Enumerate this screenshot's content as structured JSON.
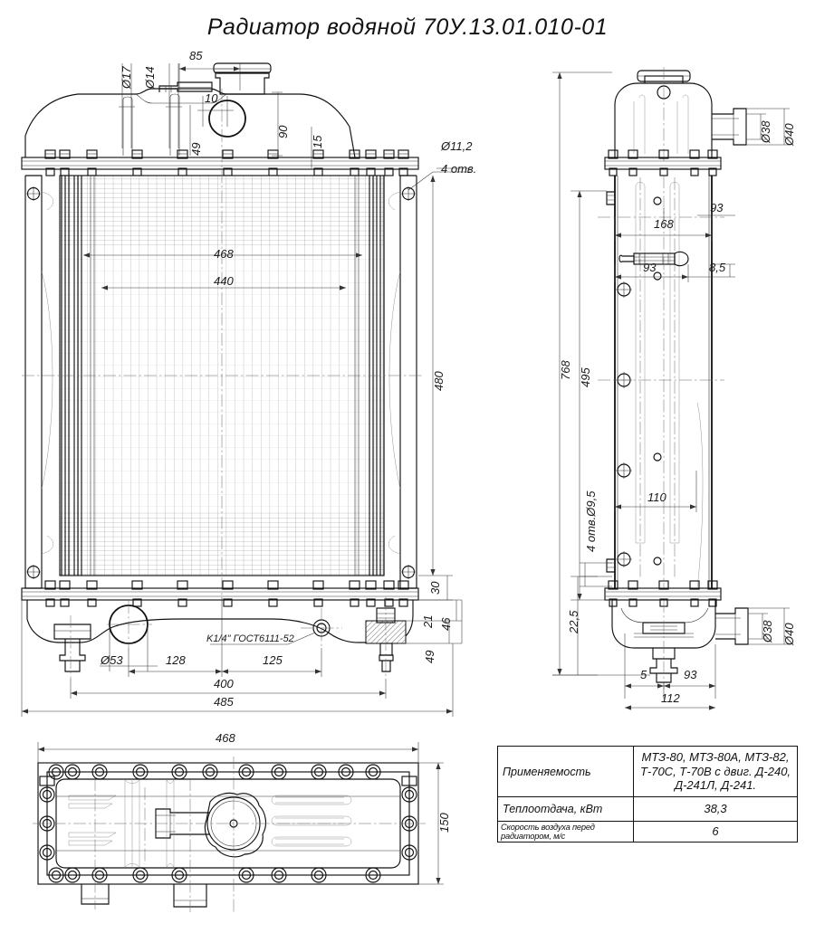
{
  "drawing": {
    "title": "Радиатор водяной 70У.13.01.010-01",
    "product": "Радиатор водяной",
    "part_number": "70У.13.01.010-01",
    "views": {
      "front": "front-elevation",
      "side": "right-side-elevation",
      "bottom": "bottom-tank-plan"
    }
  },
  "dimensions": {
    "front": {
      "d17": "Ø17",
      "d14": "Ø14",
      "w85": "85",
      "h10": "10",
      "h90": "90",
      "h49_top": "49",
      "h15": "15",
      "d11_2": "Ø11,2",
      "holes4": "4 отв.",
      "core_w_outer": "468",
      "core_w_inner": "440",
      "core_h": "480",
      "h30": "30",
      "h21": "21",
      "h46": "46",
      "h49_bottom": "49",
      "d53": "Ø53",
      "w128": "128",
      "w125": "125",
      "w400": "400",
      "w485": "485",
      "thread_note": "K1/4\" ГОСТ6111-52"
    },
    "side": {
      "d38_top": "Ø38",
      "d40_top": "Ø40",
      "w93_top": "93",
      "w168": "168",
      "w93_mid": "93",
      "w8_5": "8,5",
      "h768": "768",
      "h495": "495",
      "w110": "110",
      "holes_note": "4 отв.Ø9,5",
      "h22_5": "22,5",
      "d38_bot": "Ø38",
      "d40_bot": "Ø40",
      "w5": "5",
      "w93_bot": "93",
      "w112": "112"
    },
    "bottom": {
      "w468": "468",
      "h150": "150"
    }
  },
  "spec_table": {
    "rows": [
      {
        "label": "Применяемость",
        "value_lines": [
          "МТЗ-80, МТЗ-80А, МТЗ-82,",
          "Т-70С, Т-70В с двиг. Д-240,",
          "Д-241Л, Д-241."
        ]
      },
      {
        "label": "Теплоотдача, кВт",
        "value_lines": [
          "38,3"
        ]
      },
      {
        "label": "Скорость воздуха перед радиатором, м/с",
        "value_lines": [
          "6"
        ]
      }
    ]
  },
  "colors": {
    "line": "#111111",
    "thin_line": "#333333",
    "center_line": "#666666",
    "background": "#ffffff"
  }
}
